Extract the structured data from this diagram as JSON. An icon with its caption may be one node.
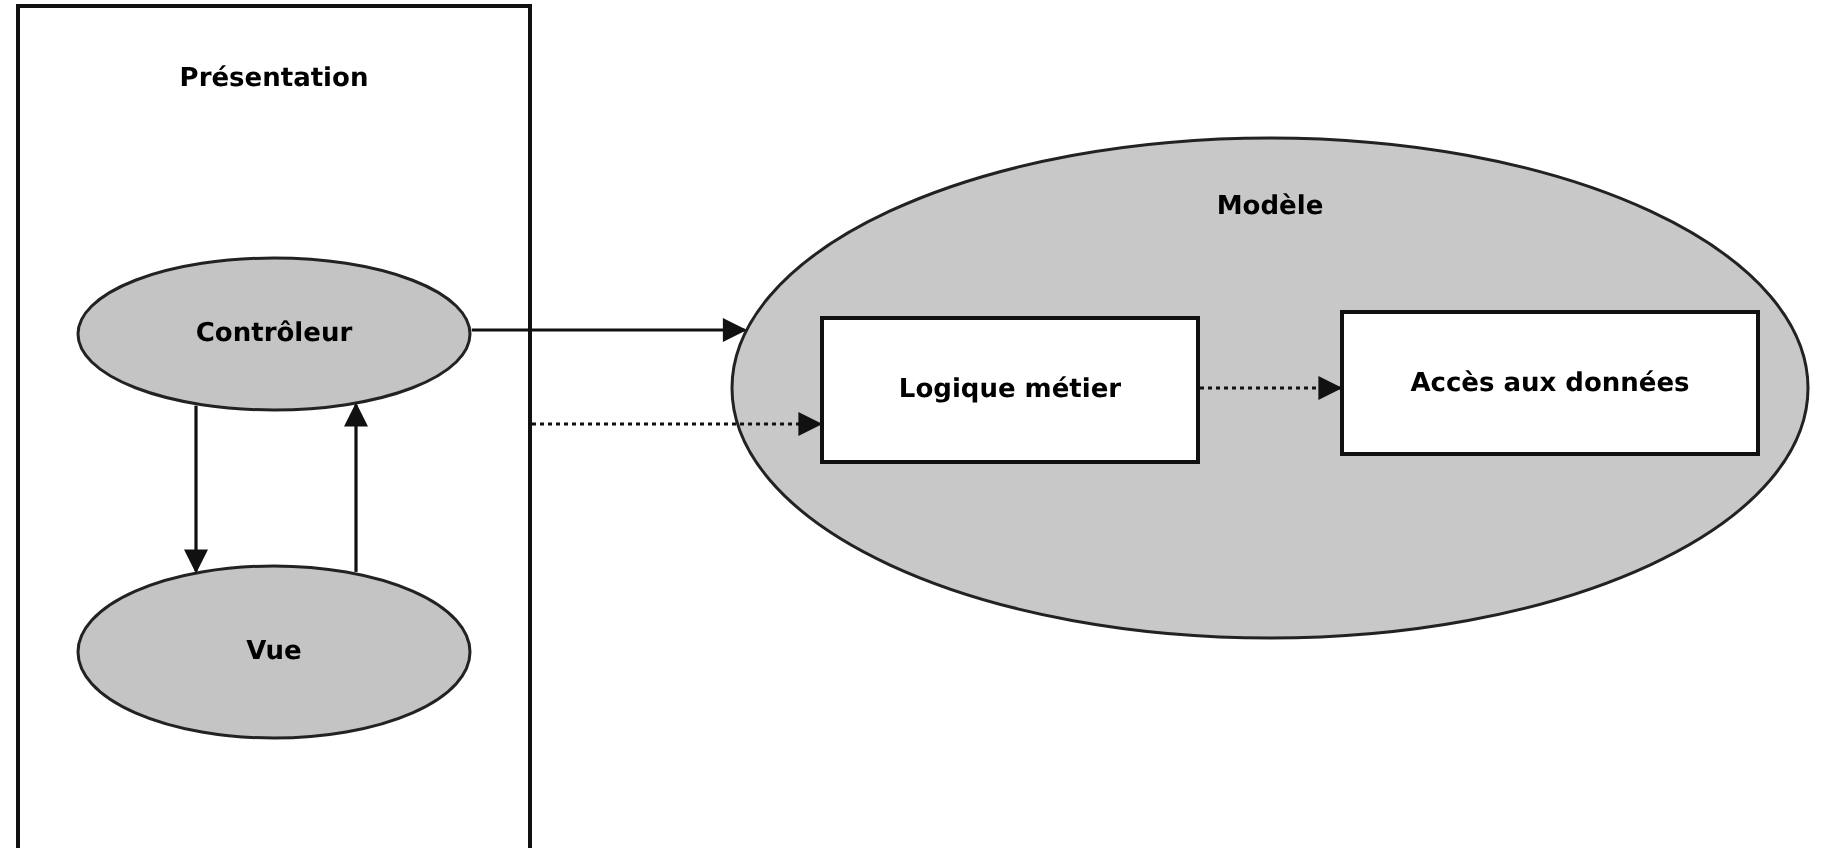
{
  "diagram": {
    "nodes": [
      {
        "text": [
          "Présentation"
        ]
      },
      {
        "text": [
          "Contrôleur"
        ],
        "in": 0
      },
      {
        "text": [
          "Vue"
        ],
        "in": 0
      },
      {
        "text": [
          "Modèle"
        ]
      },
      {
        "text": [
          "Logique métier"
        ],
        "in": 3
      },
      {
        "text": [
          "Accès aux données"
        ],
        "in": 3
      }
    ],
    "edges": [
      {
        "from": 1,
        "to": 3,
        "arrow": "to"
      },
      {
        "from": 0,
        "to": 4,
        "arrow": "to",
        "style": "dashed"
      },
      {
        "from": 1,
        "to": 2,
        "arrow": "to"
      },
      {
        "from": 2,
        "to": 1,
        "arrow": "to"
      },
      {
        "from": 4,
        "to": 5,
        "arrow": "to",
        "style": "dashed"
      }
    ]
  }
}
